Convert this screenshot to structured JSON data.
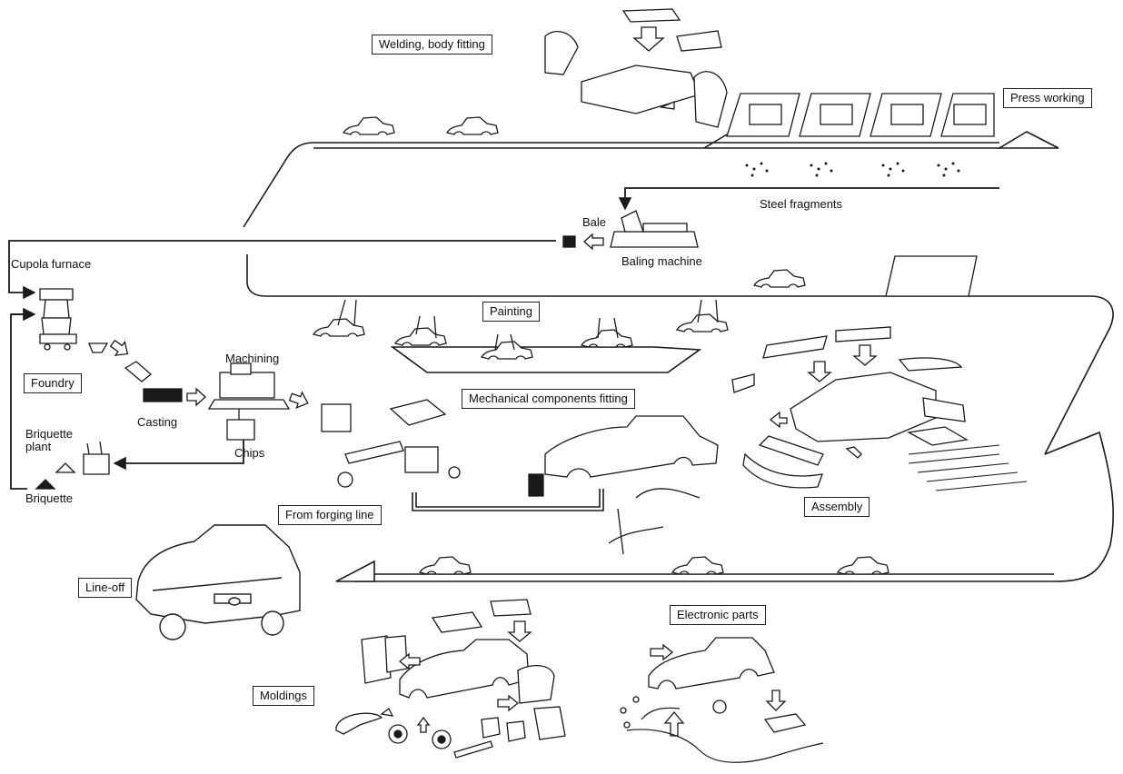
{
  "labels": {
    "welding": "Welding, body fitting",
    "press_working": "Press working",
    "steel_fragments": "Steel fragments",
    "bale": "Bale",
    "baling_machine": "Baling machine",
    "cupola_furnace": "Cupola furnace",
    "painting": "Painting",
    "machining": "Machining",
    "foundry": "Foundry",
    "casting": "Casting",
    "chips": "Chips",
    "briquette_plant_line1": "Briquette",
    "briquette_plant_line2": "plant",
    "briquette": "Briquette",
    "mechanical_components": "Mechanical components fitting",
    "forging_line": "From forging line",
    "assembly": "Assembly",
    "line_off": "Line-off",
    "electronic_parts": "Electronic parts",
    "moldings": "Moldings"
  },
  "colors": {
    "line": "#1a1a1a",
    "background": "#ffffff"
  }
}
